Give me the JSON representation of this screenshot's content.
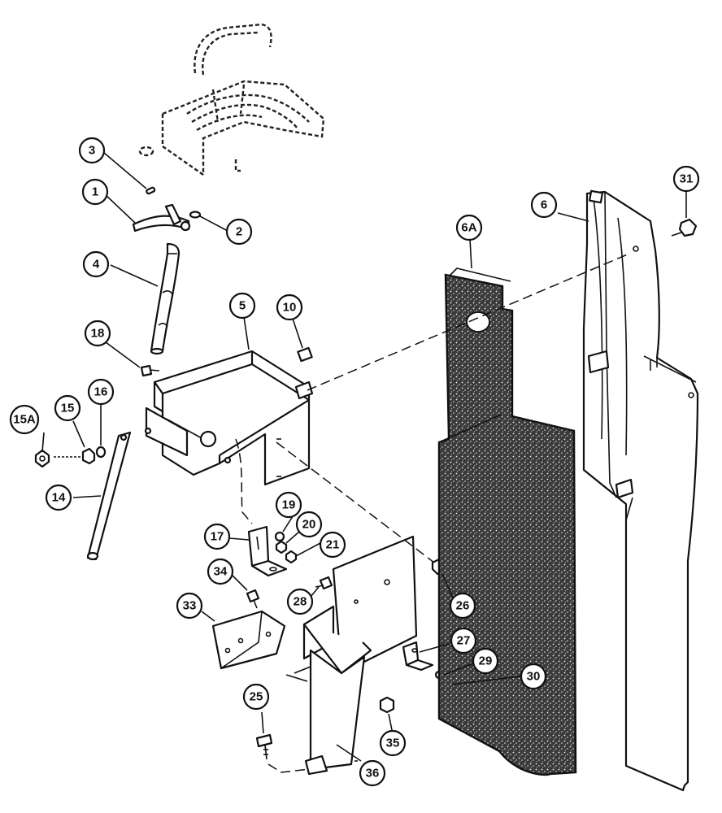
{
  "callouts": [
    {
      "label": "1"
    },
    {
      "label": "2"
    },
    {
      "label": "3"
    },
    {
      "label": "4"
    },
    {
      "label": "5"
    },
    {
      "label": "6"
    },
    {
      "label": "6A"
    },
    {
      "label": "10"
    },
    {
      "label": "14"
    },
    {
      "label": "15"
    },
    {
      "label": "15A"
    },
    {
      "label": "16"
    },
    {
      "label": "17"
    },
    {
      "label": "18"
    },
    {
      "label": "19"
    },
    {
      "label": "20"
    },
    {
      "label": "21"
    },
    {
      "label": "25"
    },
    {
      "label": "26"
    },
    {
      "label": "27"
    },
    {
      "label": "28"
    },
    {
      "label": "29"
    },
    {
      "label": "30"
    },
    {
      "label": "31"
    },
    {
      "label": "33"
    },
    {
      "label": "34"
    },
    {
      "label": "35"
    },
    {
      "label": "36"
    }
  ]
}
